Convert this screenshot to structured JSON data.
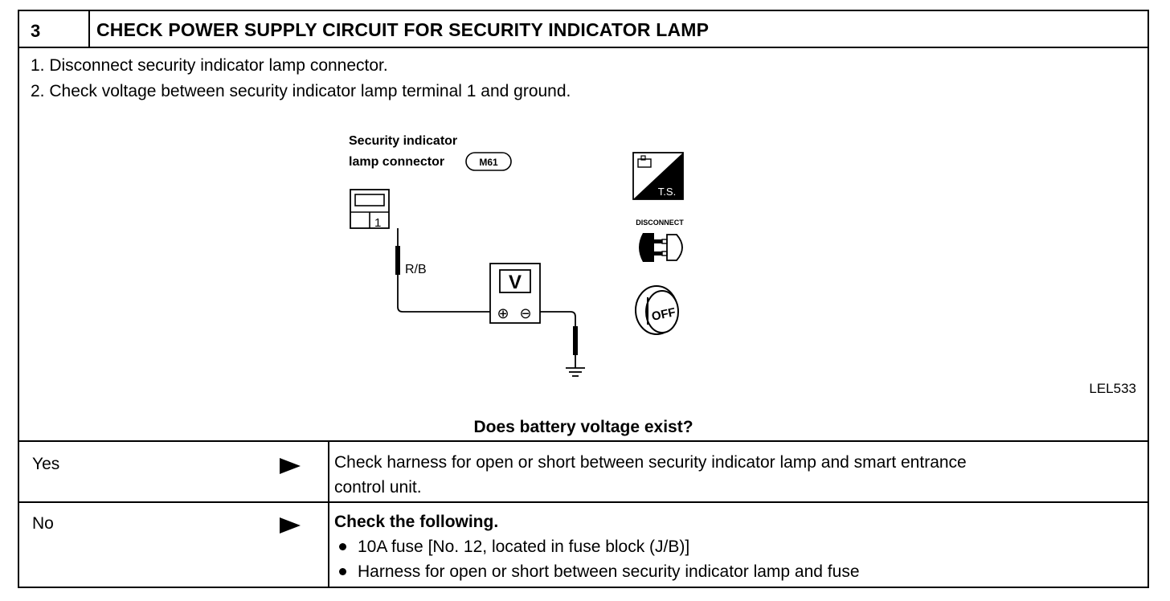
{
  "step": {
    "number": "3",
    "title": "CHECK POWER SUPPLY CIRCUIT FOR SECURITY INDICATOR LAMP"
  },
  "instructions": [
    "1.  Disconnect security indicator lamp connector.",
    "2.  Check voltage between security indicator lamp terminal 1 and ground."
  ],
  "diagram": {
    "connector_label_line1": "Security indicator",
    "connector_label_line2": "lamp connector",
    "connector_code": "M61",
    "terminal": "1",
    "wire_color": "R/B",
    "meter_symbol": "V",
    "plus": "⊕",
    "minus": "⊖",
    "ts_label": "T.S.",
    "disconnect_label": "DISCONNECT",
    "off_label": "OFF",
    "reference": "LEL533"
  },
  "question": "Does battery voltage exist?",
  "answers": {
    "yes": {
      "label": "Yes",
      "line1": "Check harness for open or short between security indicator lamp and smart entrance",
      "line2": "control unit."
    },
    "no": {
      "label": "No",
      "heading": "Check the following.",
      "items": [
        "10A fuse [No. 12, located in fuse block (J/B)]",
        "Harness for open or short between security indicator lamp and fuse"
      ]
    }
  }
}
